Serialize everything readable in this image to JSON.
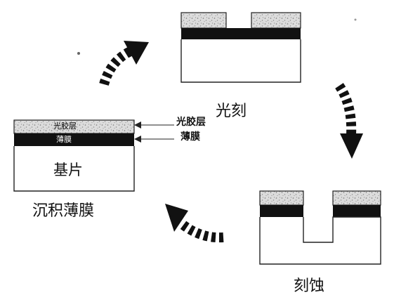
{
  "labels": {
    "photoresist_layer": "光胶层",
    "thin_film": "薄膜",
    "substrate": "基片",
    "callout_photoresist": "光胶层",
    "callout_thin_film": "薄膜"
  },
  "steps": {
    "deposit": "沉积薄膜",
    "lithography": "光刻",
    "etching": "刻蚀"
  },
  "colors": {
    "film": "#111111",
    "photoresist": "#d8d8d8",
    "substrate": "#ffffff",
    "outline": "#222222"
  }
}
